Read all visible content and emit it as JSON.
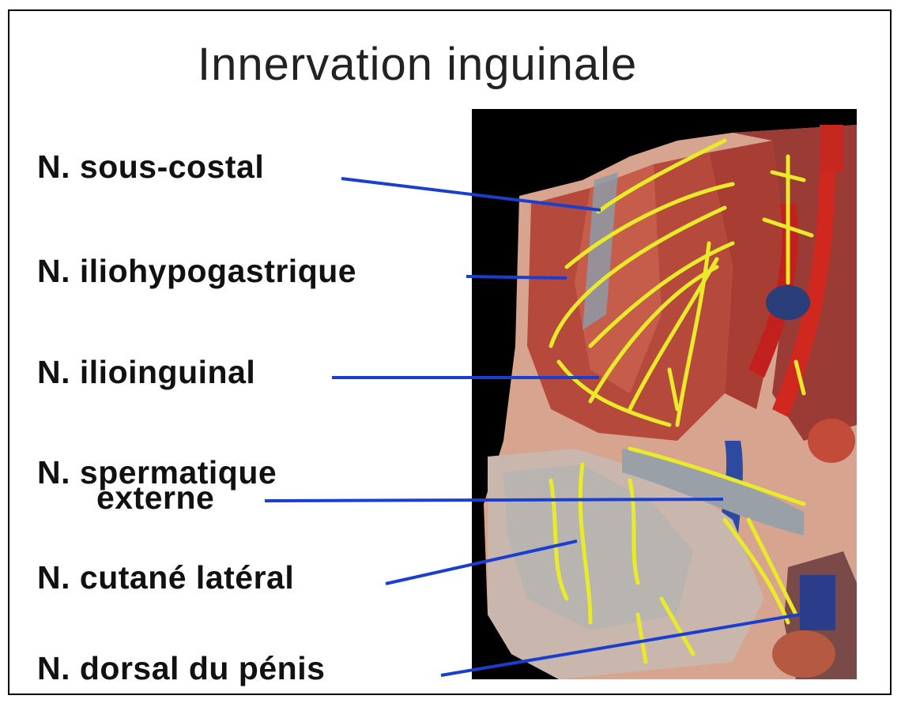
{
  "title": "Innervation inguinale",
  "labels": {
    "sous_costal": "N. sous-costal",
    "iliohypogastrique": "N. iliohypogastrique",
    "ilioinguinal": "N. ilioinguinal",
    "spermatique_1": "N. spermatique",
    "spermatique_2": "externe",
    "cutane_lateral": "N. cutané latéral",
    "dorsal_penis": "N. dorsal du pénis"
  },
  "colors": {
    "pointer_line": "#1a3fd0",
    "nerve": "#e8ea2a",
    "muscle": "#b84a3e",
    "background_panel": "#000000"
  }
}
